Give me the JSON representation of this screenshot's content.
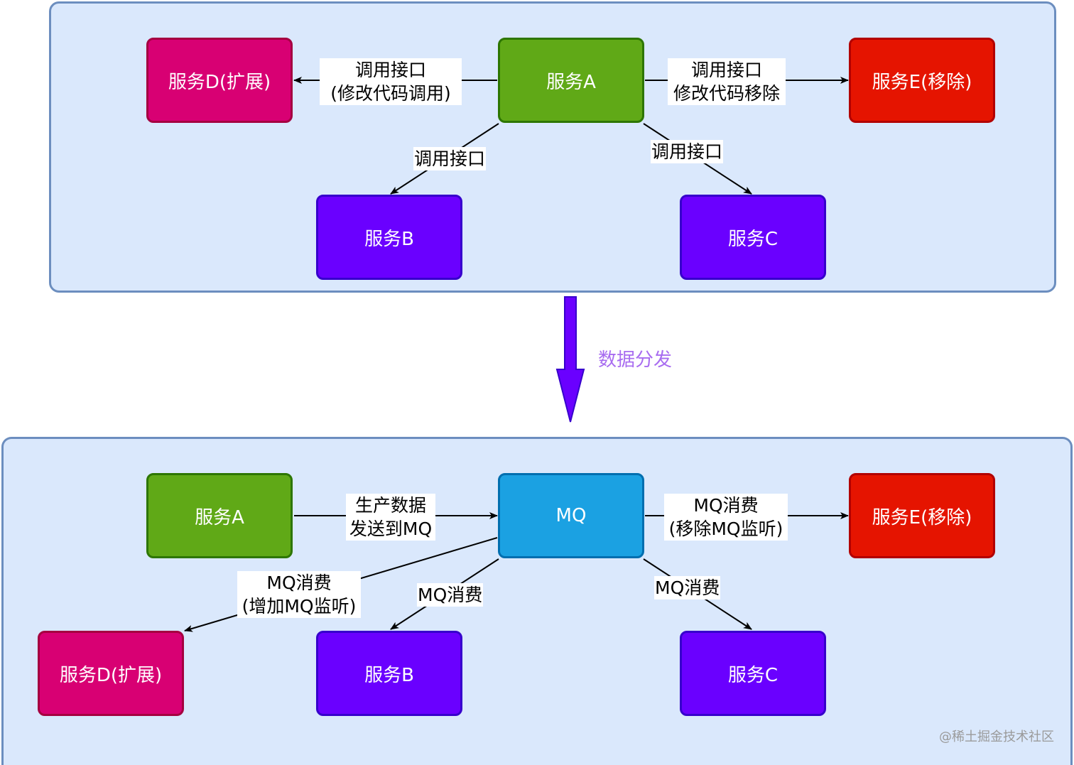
{
  "top": {
    "service_a": "服务A",
    "service_b": "服务B",
    "service_c": "服务C",
    "service_d": "服务D(扩展)",
    "service_e": "服务E(移除)",
    "edge_a_d": [
      "调用接口",
      "(修改代码调用)"
    ],
    "edge_a_e": [
      "调用接口",
      "修改代码移除"
    ],
    "edge_a_b": "调用接口",
    "edge_a_c": "调用接口"
  },
  "transition": {
    "label": "数据分发"
  },
  "bottom": {
    "service_a": "服务A",
    "mq": "MQ",
    "service_b": "服务B",
    "service_c": "服务C",
    "service_d": "服务D(扩展)",
    "service_e": "服务E(移除)",
    "edge_a_mq": [
      "生产数据",
      "发送到MQ"
    ],
    "edge_mq_e": [
      "MQ消费",
      "(移除MQ监听)"
    ],
    "edge_mq_d": [
      "MQ消费",
      "(增加MQ监听)"
    ],
    "edge_mq_b": "MQ消费",
    "edge_mq_c": "MQ消费"
  },
  "watermark": "@稀土掘金技术社区",
  "colors": {
    "panel_fill": "#dae8fc",
    "panel_border": "#6c8ebf",
    "green": "#60a917",
    "pink": "#d80073",
    "red": "#e51400",
    "purple": "#6a00ff",
    "blue": "#1ba1e2",
    "transition_label": "#a86cf0"
  }
}
